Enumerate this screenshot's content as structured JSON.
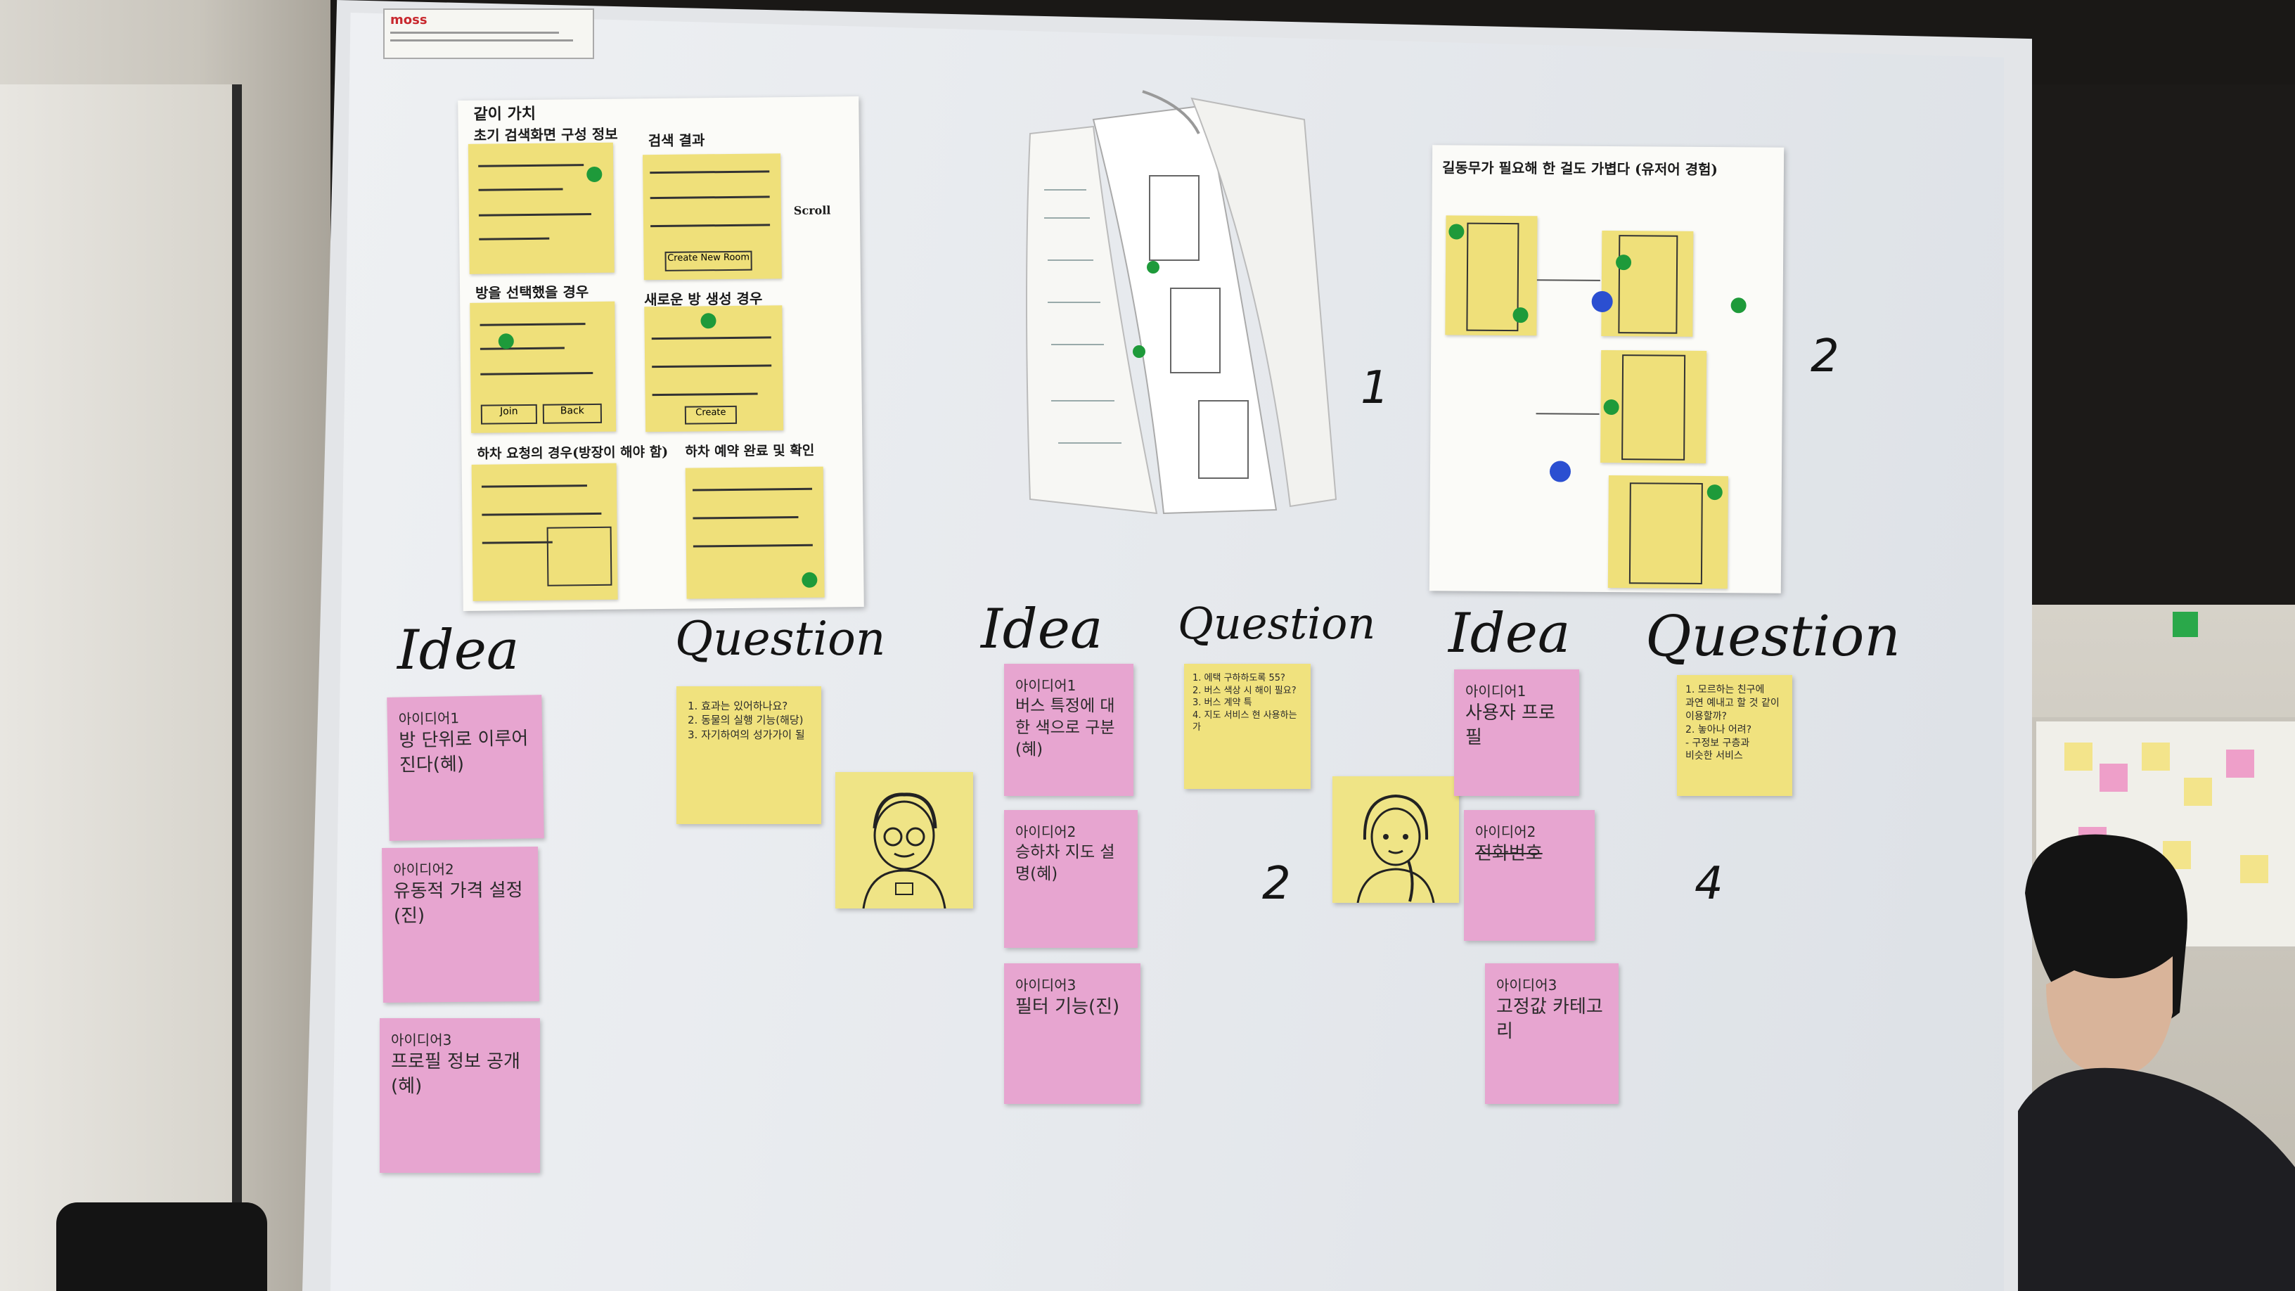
{
  "brand": {
    "logo_text": "moss"
  },
  "sections": [
    {
      "id": "1",
      "idea_label": "Idea",
      "question_label": "Question",
      "number": "1"
    },
    {
      "id": "2",
      "idea_label": "Idea",
      "question_label": "Question",
      "number": "2"
    },
    {
      "id": "3",
      "idea_label": "Idea",
      "question_label": "Question",
      "number": "2"
    },
    {
      "id": "4",
      "number": "4"
    }
  ],
  "wireframe_left": {
    "title": "같이 가치",
    "headings": [
      "초기 검색화면 구성 정보",
      "검색 결과",
      "방을 선택했을 경우",
      "새로운 방 생성 경우",
      "하차 요청의 경우(방장이 해야 함)",
      "하차 예약 완료 및 확인"
    ],
    "arrow_label": "Scroll",
    "buttons": [
      "Join",
      "Back",
      "Create",
      "Create New Room"
    ]
  },
  "wireframe_right": {
    "title": "길동무가 필요해 한 걸도 가볍다 (유저어 경험)",
    "number": "2"
  },
  "group1": {
    "ideas": [
      {
        "title": "아이디어1",
        "text": "방 단위로 이루어진다(혜)"
      },
      {
        "title": "아이디어2",
        "text": "유동적 가격 설정(진)"
      },
      {
        "title": "아이디어3",
        "text": "프로필 정보 공개(혜)"
      }
    ],
    "question_lines": [
      "1. 효과는 있어하나요?",
      "2. 동물의 실행 기능(해당)",
      "3. 자기하여의 성가가이 될"
    ]
  },
  "group2": {
    "ideas": [
      {
        "title": "아이디어1",
        "text": "버스 특정에 대한 색으로 구분(혜)"
      },
      {
        "title": "아이디어2",
        "text": "승하차 지도 설명(혜)"
      },
      {
        "title": "아이디어3",
        "text": "필터 기능(진)"
      }
    ],
    "question_lines": [
      "1. 에택 구하하도록 55?",
      "2. 버스 색상 시 해이 필요?",
      "3. 버스 계약 특",
      "4. 지도 서비스 현 사용하는가"
    ]
  },
  "group3": {
    "ideas": [
      {
        "title": "아이디어1",
        "text": "사용자 프로필"
      },
      {
        "title": "아이디어2",
        "text": "전화번호"
      },
      {
        "title": "아이디어3",
        "text": "고정값 카테고리"
      }
    ],
    "question_lines": [
      "1. 모르하는 친구에",
      "과연 예내고 할 것 같이",
      "이용할까?",
      "2. 놓아나 어려?",
      "- 구정보 구층과",
      "비슷한 서비스"
    ]
  }
}
